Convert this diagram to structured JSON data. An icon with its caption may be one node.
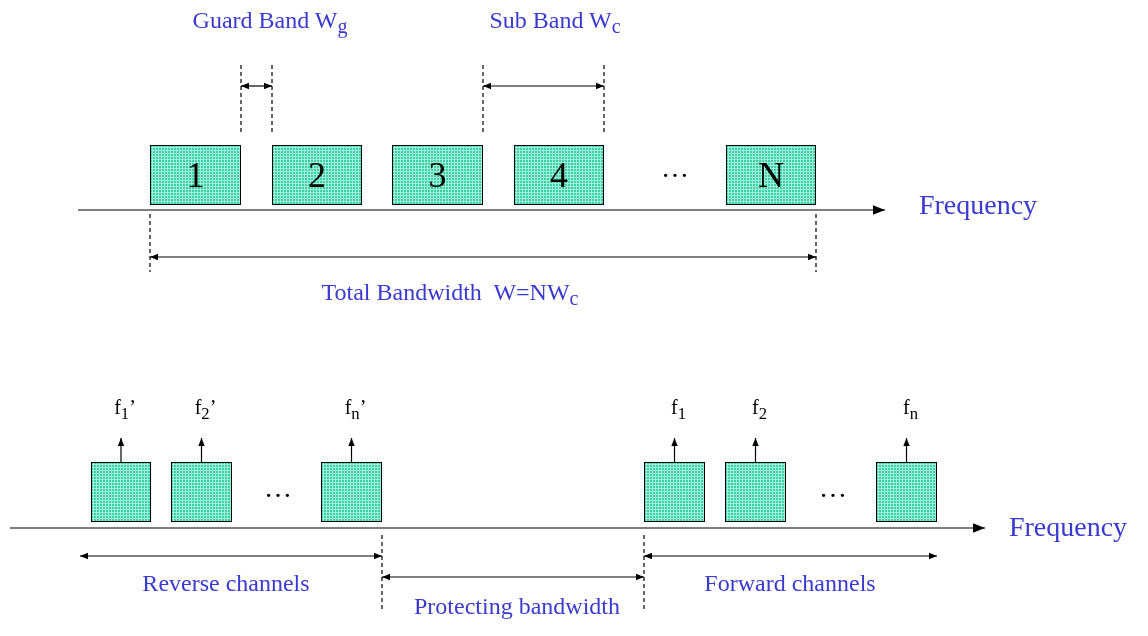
{
  "diagram": {
    "nodes": [
      {
        "text": [
          "1"
        ]
      },
      {
        "text": [
          "2"
        ]
      },
      {
        "text": [
          "3"
        ]
      },
      {
        "text": [
          "4"
        ]
      },
      {
        "text": [
          "N"
        ]
      },
      {
        "text": [],
        "shape": "box",
        "beside": [
          "f$_{1}$’"
        ]
      },
      {
        "text": [],
        "shape": "box",
        "beside": [
          "f$_{2}$’"
        ]
      },
      {
        "text": [],
        "shape": "box",
        "beside": [
          "f$_{n}$’"
        ]
      },
      {
        "text": [],
        "shape": "box",
        "beside": [
          "f$_{1}$"
        ]
      },
      {
        "text": [],
        "shape": "box",
        "beside": [
          "f$_{2}$"
        ]
      },
      {
        "text": [],
        "shape": "box",
        "beside": [
          "f$_{n}$"
        ]
      }
    ],
    "labels": [
      "Guard Band W$_{g}$",
      "Sub Band W$_{c}$",
      "…",
      "Frequency",
      "Total Bandwidth  W=NW$_{c}$",
      "…",
      "…",
      "Frequency",
      "Reverse channels",
      "Protecting bandwidth",
      "Forward channels"
    ]
  }
}
